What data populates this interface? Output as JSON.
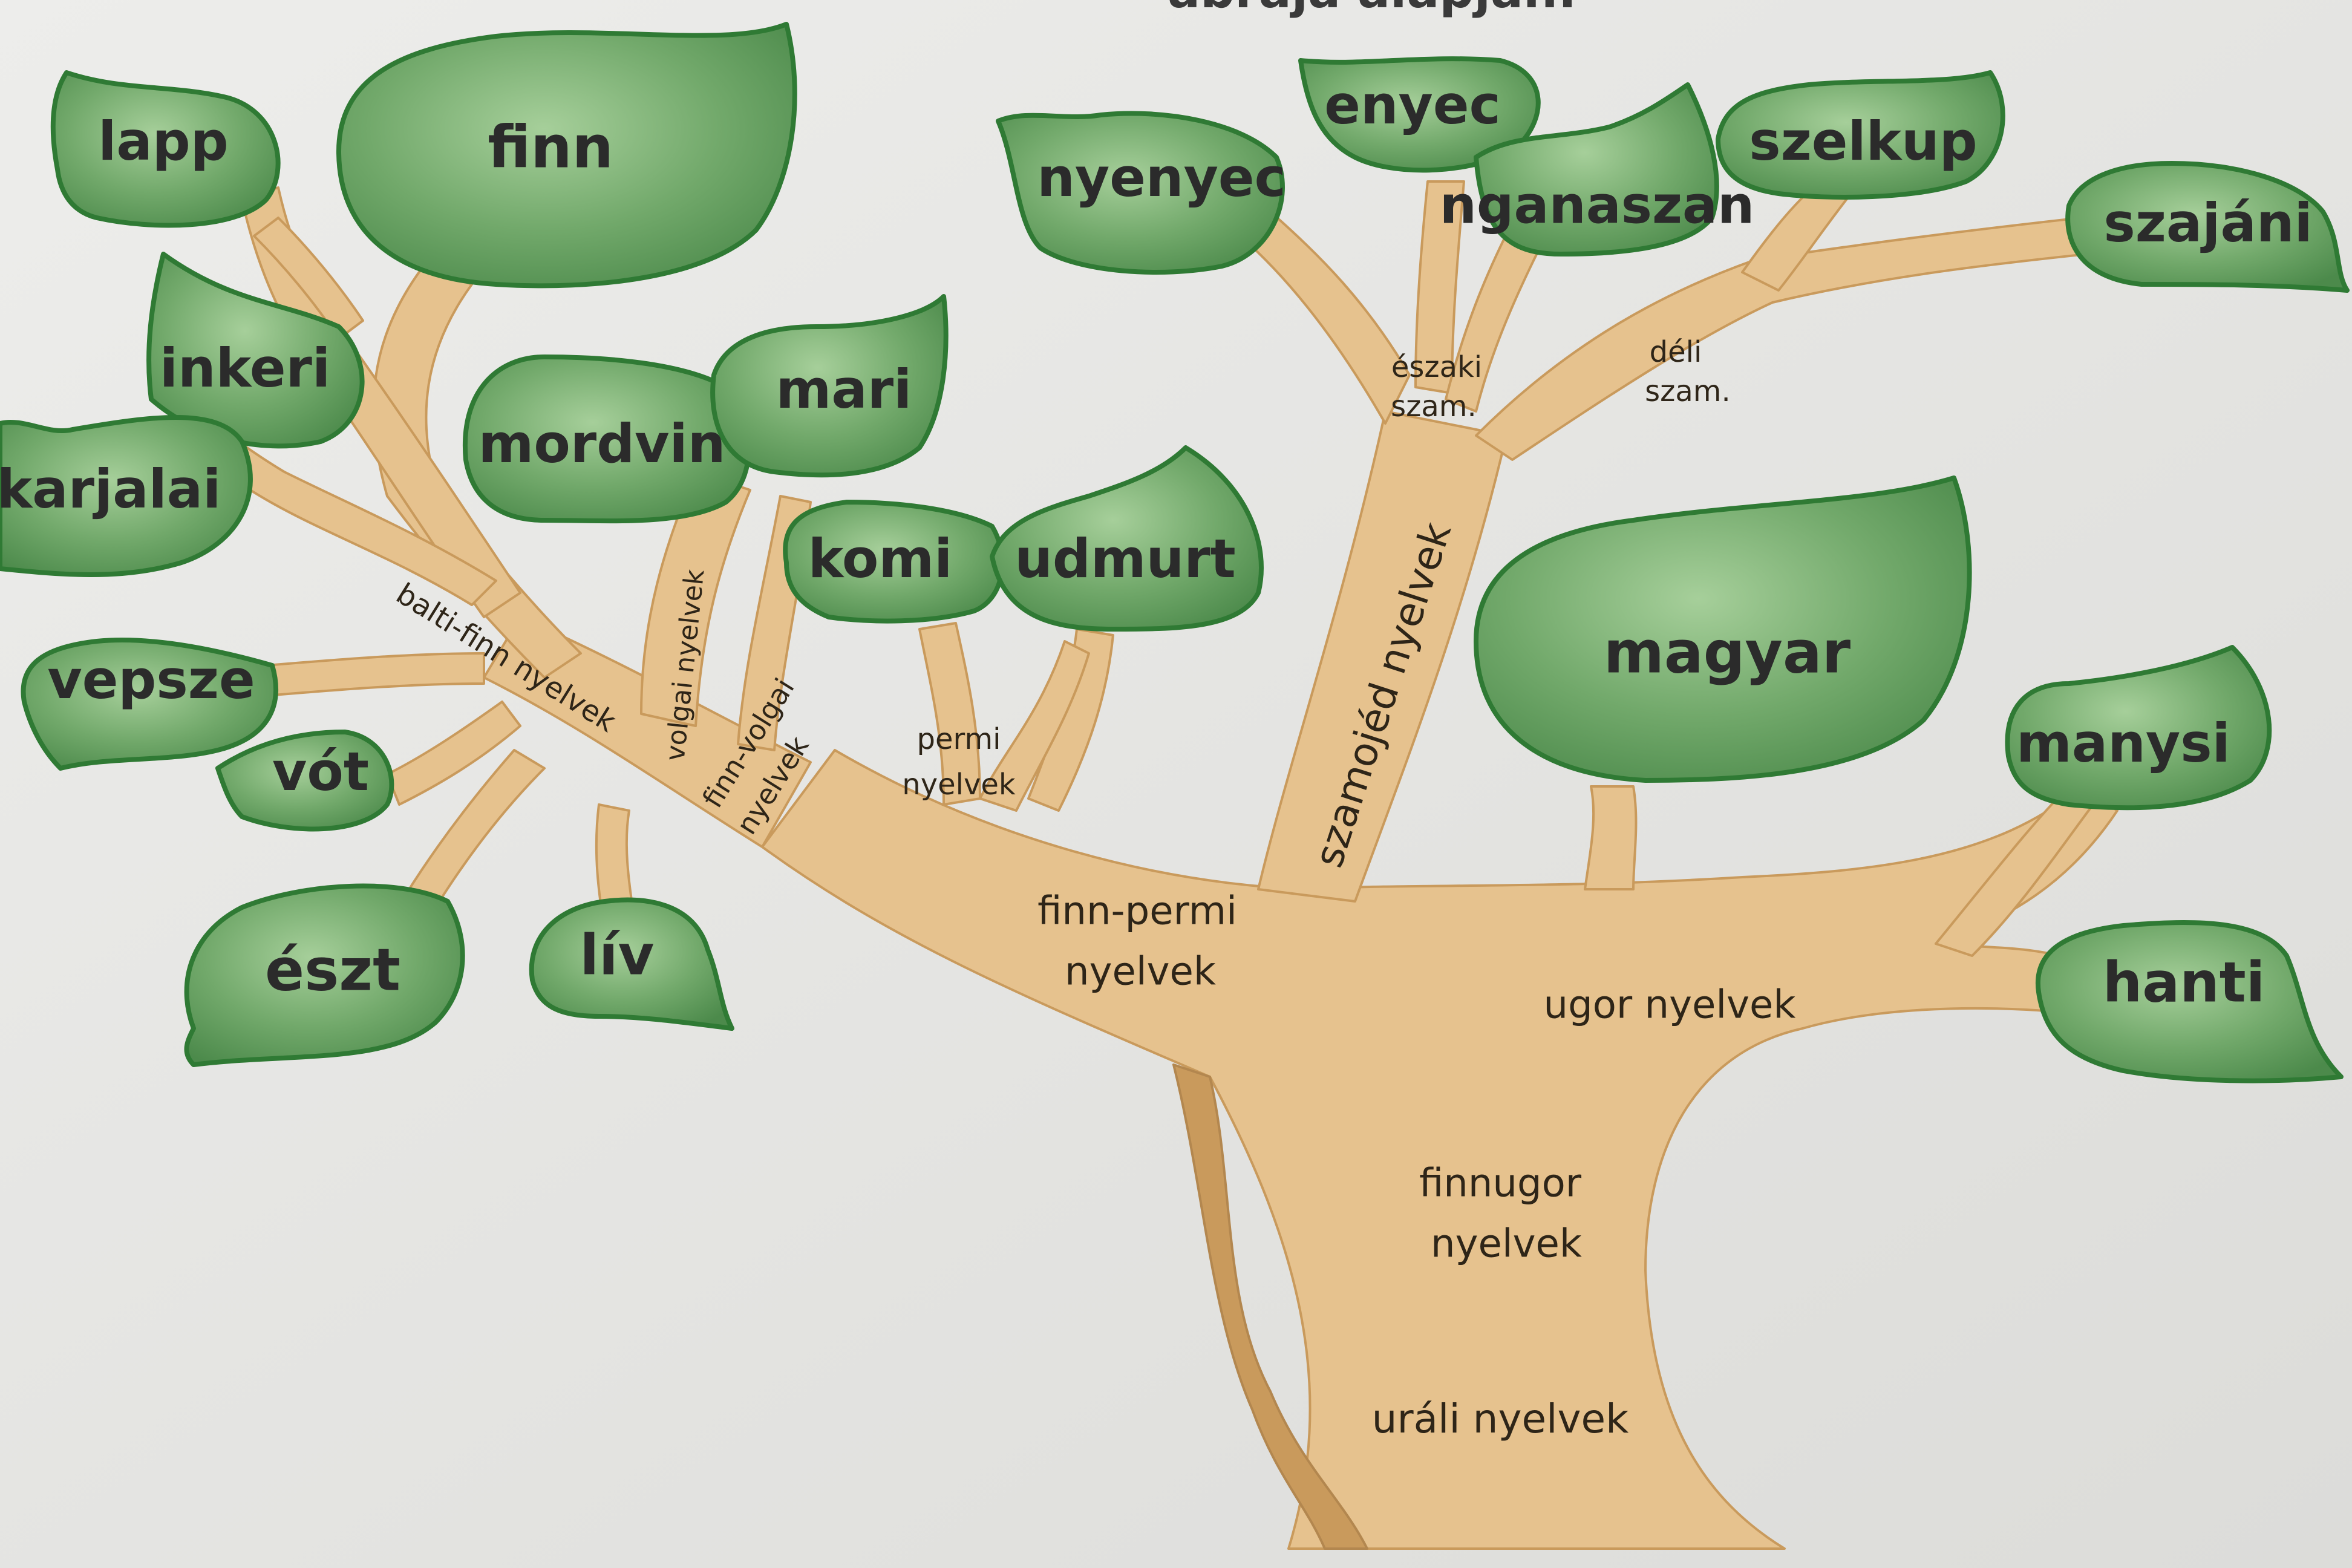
{
  "page": {
    "heading_fragment": "ábrája alapján:"
  },
  "tree": {
    "root": "uráli nyelvek",
    "branch_labels": {
      "finnugor": [
        "finnugor",
        "nyelvek"
      ],
      "ugor": "ugor nyelvek",
      "finn_permi": [
        "finn-permi",
        "nyelvek"
      ],
      "szamojed": "szamojéd nyelvek",
      "eszaki_szam": [
        "északi",
        "szam."
      ],
      "deli_szam": [
        "déli",
        "szam."
      ],
      "permi": [
        "permi",
        "nyelvek"
      ],
      "finn_volgai": [
        "finn-volgai",
        "nyelvek"
      ],
      "volgai": "volgai nyelvek",
      "balti_finn": "balti-finn nyelvek"
    },
    "leaves": {
      "lapp": "lapp",
      "finn": "finn",
      "inkeri": "inkeri",
      "karjalai": "karjalai",
      "vepsze": "vepsze",
      "vot": "vót",
      "eszt": "észt",
      "liv": "lív",
      "mordvin": "mordvin",
      "mari": "mari",
      "komi": "komi",
      "udmurt": "udmurt",
      "nyenyec": "nyenyec",
      "enyec": "enyec",
      "nganaszan": "nganaszan",
      "szelkup": "szelkup",
      "szajani": "szajáni",
      "magyar": "magyar",
      "manysi": "manysi",
      "hanti": "hanti"
    },
    "colors": {
      "trunk": "#e6c28e",
      "trunk_dark": "#c99a5c",
      "leaf": "#6fa56a",
      "leaf_edge": "#2f7a34"
    }
  }
}
